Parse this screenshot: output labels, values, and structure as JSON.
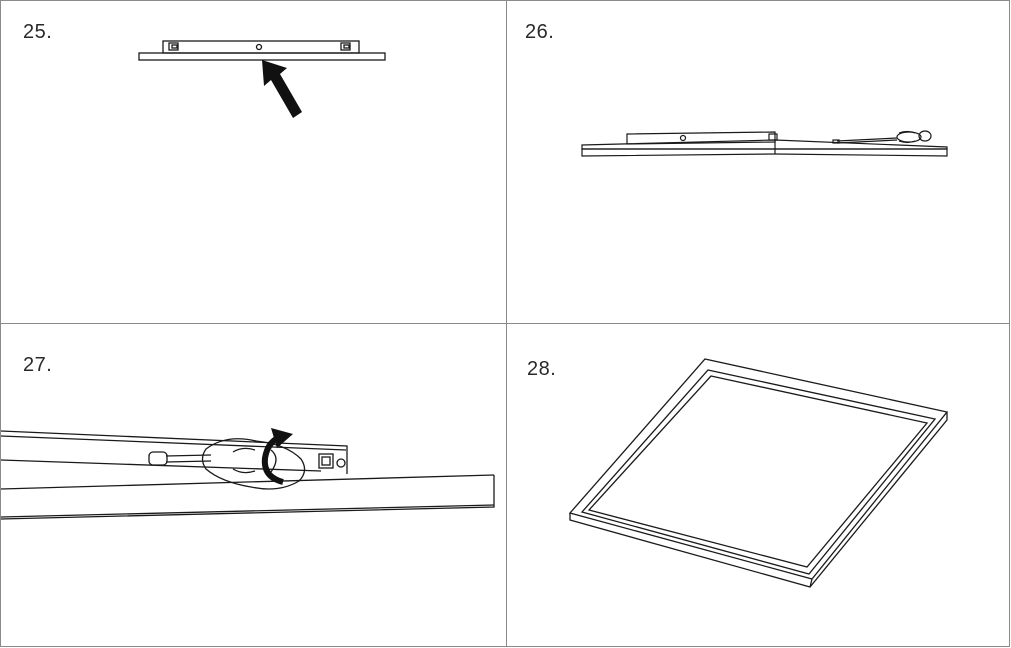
{
  "steps": [
    {
      "label": "25.",
      "illustration": "panel-side-view-with-arrow"
    },
    {
      "label": "26.",
      "illustration": "panel-with-screwdriver"
    },
    {
      "label": "27.",
      "illustration": "screwdriver-turning-screw-closeup"
    },
    {
      "label": "28.",
      "illustration": "panel-perspective-view"
    }
  ]
}
